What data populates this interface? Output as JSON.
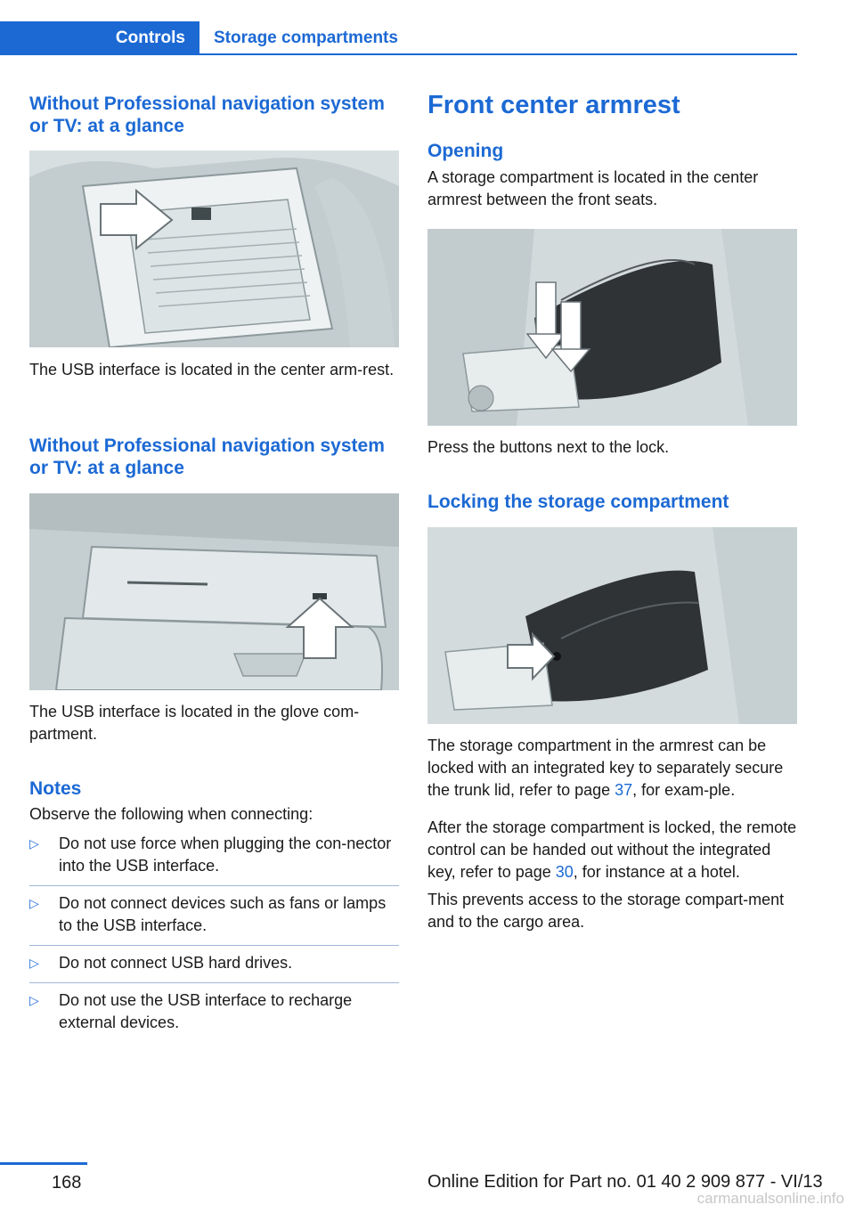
{
  "header": {
    "section": "Controls",
    "breadcrumb": "Storage compartments"
  },
  "left": {
    "heading1": "Without Professional navigation system or TV: at a glance",
    "caption1": "The USB interface is located in the center arm-rest.",
    "heading2": "Without Professional navigation system or TV: at a glance",
    "caption2": "The USB interface is located in the glove com-partment.",
    "notes_heading": "Notes",
    "notes_intro": "Observe the following when connecting:",
    "bullets": [
      "Do not use force when plugging the con-nector into the USB interface.",
      "Do not connect devices such as fans or lamps to the USB interface.",
      "Do not connect USB hard drives.",
      "Do not use the USB interface to recharge external devices."
    ],
    "bullet_icon": "blue-triangle-icon"
  },
  "right": {
    "title": "Front center armrest",
    "opening_heading": "Opening",
    "opening_text": "A storage compartment is located in the center armrest between the front seats.",
    "opening_caption": "Press the buttons next to the lock.",
    "locking_heading": "Locking the storage compartment",
    "locking_text_a": "The storage compartment in the armrest can be locked with an integrated key to separately secure the trunk lid, refer to page ",
    "locking_link_a": "37",
    "locking_text_b": ", for exam-ple.",
    "after_text_a": "After the storage compartment is locked, the remote control can be handed out without the integrated key, refer to page ",
    "after_link": "30",
    "after_text_b": ", for instance at a hotel.",
    "prevent_text": "This prevents access to the storage compart-ment and to the cargo area."
  },
  "footer": {
    "page_number": "168",
    "edition": "Online Edition for Part no. 01 40 2 909 877 - VI/13",
    "watermark": "carmanualsonline.info"
  },
  "colors": {
    "accent": "#1c69d4"
  }
}
